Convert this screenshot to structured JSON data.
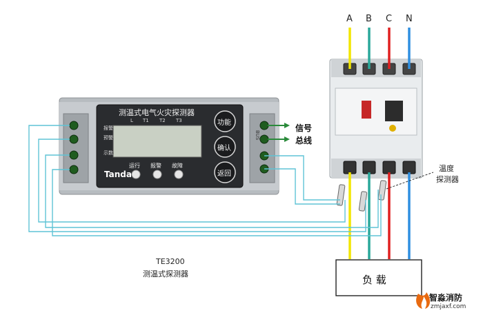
{
  "phases": {
    "a": "A",
    "b": "B",
    "c": "C",
    "n": "N"
  },
  "device": {
    "panel_title": "测温式电气火灾探测器",
    "row_labels": [
      "报警",
      "预警",
      "示数"
    ],
    "channel_labels": [
      "L",
      "T1",
      "T2",
      "T3"
    ],
    "btn_function": "功能",
    "btn_confirm": "确认",
    "btn_return": "返回",
    "led_run": "运行",
    "led_alarm": "报警",
    "led_fault": "故障",
    "brand": "Tanda",
    "bus_label": "BUS",
    "model": "TE3200",
    "name": "测温式探测器"
  },
  "signal_label_1": "信号",
  "signal_label_2": "总线",
  "sensor_label_1": "温度",
  "sensor_label_2": "探测器",
  "load_label": "负 载",
  "watermark": {
    "name": "智淼消防",
    "url": "zmjaxf.com"
  },
  "colors": {
    "phase_a": "#f2e600",
    "phase_b": "#2aa89a",
    "phase_c": "#e02020",
    "phase_n": "#2f8fe0",
    "sensor_wire": "#5fc3d6",
    "bus_wire": "#2a8a3a"
  }
}
